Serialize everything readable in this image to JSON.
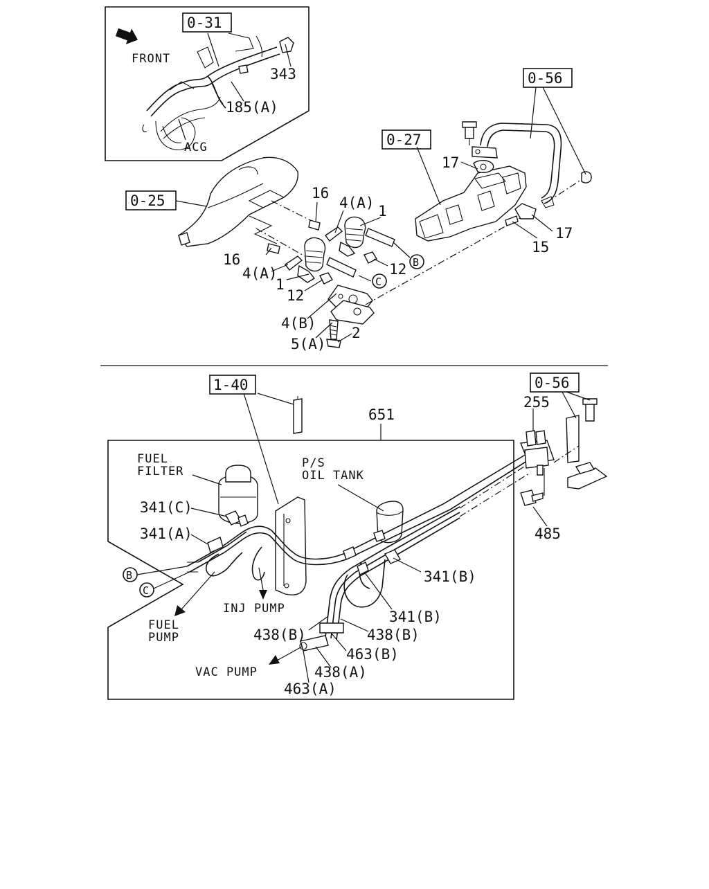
{
  "refs": {
    "r031": "0-31",
    "r056a": "0-56",
    "r027": "0-27",
    "r025": "0-25",
    "r140": "1-40",
    "r056b": "0-56"
  },
  "inset": {
    "front": "FRONT",
    "acg": "ACG",
    "p343": "343",
    "p185a": "185(A)"
  },
  "upper": {
    "p16a": "16",
    "p16b": "16",
    "p4a_1": "4(A)",
    "p4a_2": "4(A)",
    "p1a": "1",
    "p1b": "1",
    "p12a": "12",
    "p12b": "12",
    "p4b": "4(B)",
    "p5a": "5(A)",
    "p2": "2",
    "p17a": "17",
    "p17b": "17",
    "p15": "15",
    "mB": "B",
    "mC": "C"
  },
  "lower": {
    "p651": "651",
    "p255": "255",
    "p485": "485",
    "fuel_filter_1": "FUEL",
    "fuel_filter_2": "FILTER",
    "ps_1": "P/S",
    "ps_2": "OIL TANK",
    "p341c": "341(C)",
    "p341a": "341(A)",
    "p341b_1": "341(B)",
    "p341b_2": "341(B)",
    "inj_pump": "INJ PUMP",
    "fuel_pump_1": "FUEL",
    "fuel_pump_2": "PUMP",
    "p438b_1": "438(B)",
    "p438b_2": "438(B)",
    "p463b": "463(B)",
    "p438a": "438(A)",
    "p463a": "463(A)",
    "vac_pump": "VAC PUMP",
    "mB": "B",
    "mC": "C"
  }
}
